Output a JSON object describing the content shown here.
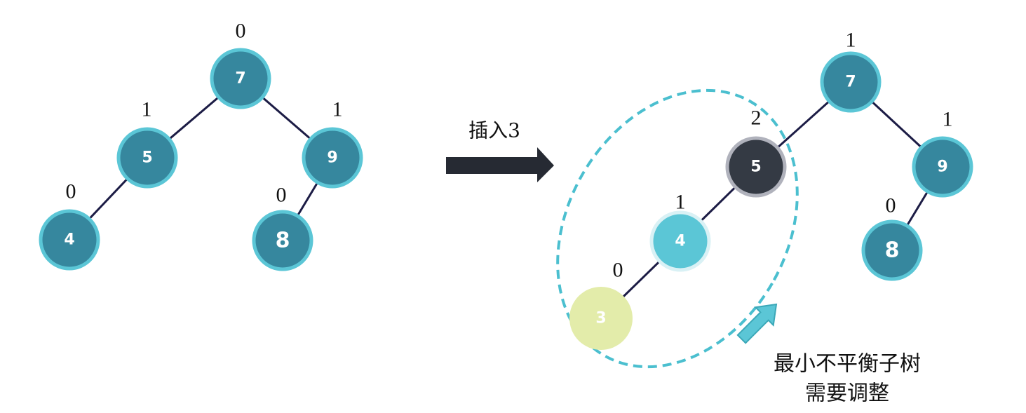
{
  "colors": {
    "node_fill": "#36879e",
    "node_stroke": "#5bc6d6",
    "edge": "#1c1c45",
    "dark_node_fill": "#343a44",
    "dark_node_stroke": "#b0b2bc",
    "light_node_fill": "#5bc6d6",
    "light_node_stroke": "#d9f1f5",
    "new_node_fill": "#e3ecaa",
    "dash_ellipse": "#4bbfcf",
    "arrow_dark": "#262a33",
    "arrow_light": "#5bc6d6"
  },
  "before_tree": {
    "nodes": [
      {
        "key": "7",
        "balance": "0"
      },
      {
        "key": "5",
        "balance": "1"
      },
      {
        "key": "9",
        "balance": "1"
      },
      {
        "key": "4",
        "balance": "0"
      },
      {
        "key": "8",
        "balance": "0"
      }
    ]
  },
  "operation": {
    "label": "插入3"
  },
  "after_tree": {
    "nodes": [
      {
        "key": "7",
        "balance": "1"
      },
      {
        "key": "5",
        "balance": "2"
      },
      {
        "key": "9",
        "balance": "1"
      },
      {
        "key": "4",
        "balance": "1"
      },
      {
        "key": "8",
        "balance": "0"
      },
      {
        "key": "3",
        "balance": "0"
      }
    ]
  },
  "annotation": {
    "line1": "最小不平衡子树",
    "line2": "需要调整"
  }
}
